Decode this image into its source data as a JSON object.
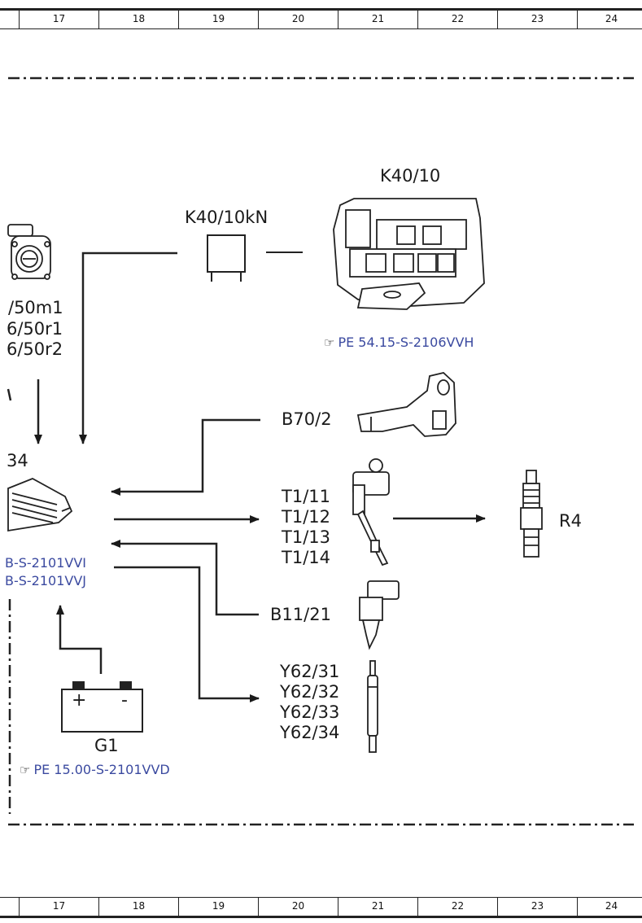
{
  "ruler": {
    "columns": [
      "17",
      "18",
      "19",
      "20",
      "21",
      "22",
      "23",
      "24"
    ]
  },
  "components": {
    "k40_10": "K40/10",
    "k40_10kn": "K40/10kN",
    "b70_2": "B70/2",
    "t1_group": [
      "T1/11",
      "T1/12",
      "T1/13",
      "T1/14"
    ],
    "r4": "R4",
    "b11_21": "B11/21",
    "y62_group": [
      "Y62/31",
      "Y62/32",
      "Y62/33",
      "Y62/34"
    ],
    "g1": "G1",
    "g1_plus": "+",
    "g1_minus": "-",
    "left_partial": [
      "/50m1",
      "6/50r1",
      "6/50r2"
    ],
    "left_34": "34"
  },
  "references": {
    "k40_ref": "PE 54.15-S-2106VVH",
    "g1_ref": "PE 15.00-S-2101VVD",
    "left_refs": [
      "B-S-2101VVI",
      "B-S-2101VVJ"
    ]
  }
}
